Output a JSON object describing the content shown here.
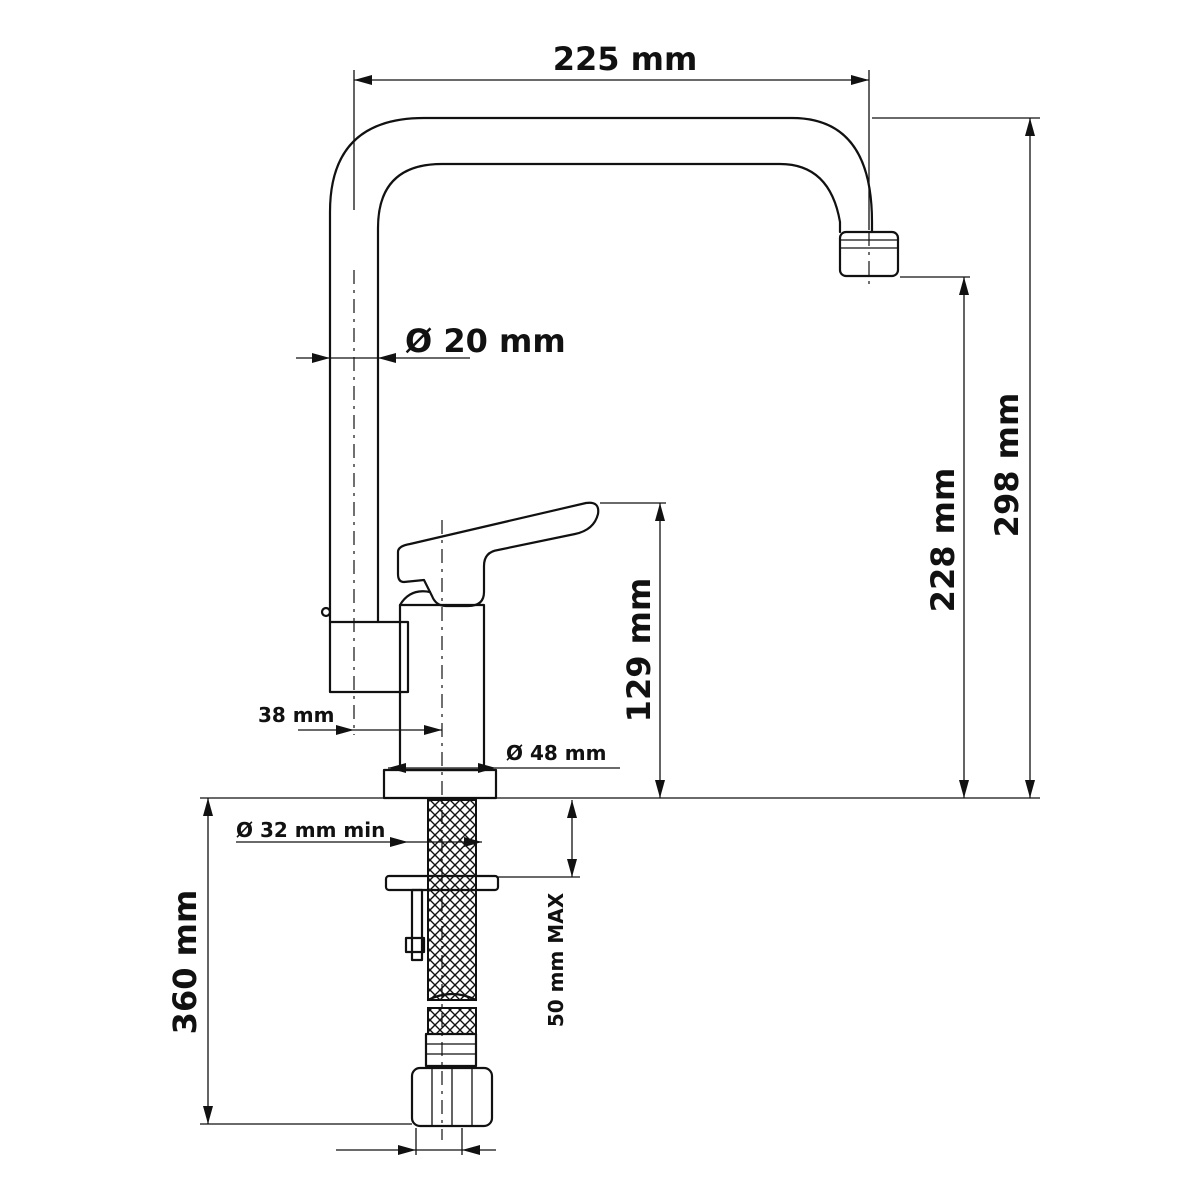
{
  "dimensions": {
    "spout_reach": "225 mm",
    "tube_diameter": "Ø 20 mm",
    "total_height": "298 mm",
    "outlet_height": "228 mm",
    "lever_height": "129 mm",
    "body_offset": "38 mm",
    "base_diameter": "Ø 48 mm",
    "hole_diameter": "Ø 32 mm min",
    "deck_thickness": "50 mm MAX",
    "hose_length": "360 mm"
  }
}
